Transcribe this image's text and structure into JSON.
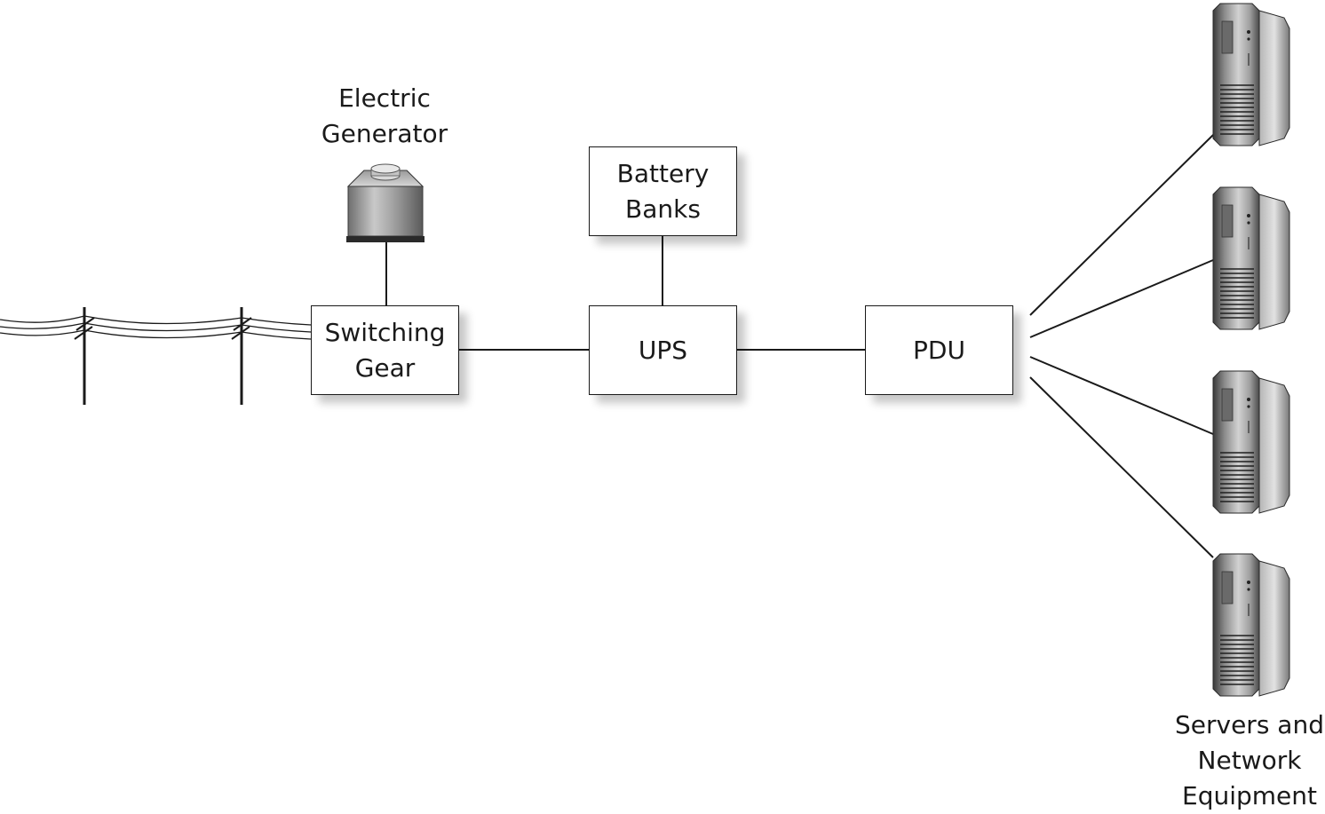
{
  "nodes": {
    "generator": {
      "lines": [
        "Electric",
        "Generator"
      ],
      "icon": "generator-icon"
    },
    "battery": {
      "lines": [
        "Battery",
        "Banks"
      ]
    },
    "switching": {
      "lines": [
        "Switching",
        "Gear"
      ]
    },
    "ups": {
      "lines": [
        "UPS"
      ]
    },
    "pdu": {
      "lines": [
        "PDU"
      ]
    },
    "servers": {
      "lines": [
        "Servers and",
        "Network",
        "Equipment"
      ],
      "icon": "server-tower-icon"
    }
  },
  "colors": {
    "line": "#1a1a1a",
    "background": "#ffffff"
  }
}
